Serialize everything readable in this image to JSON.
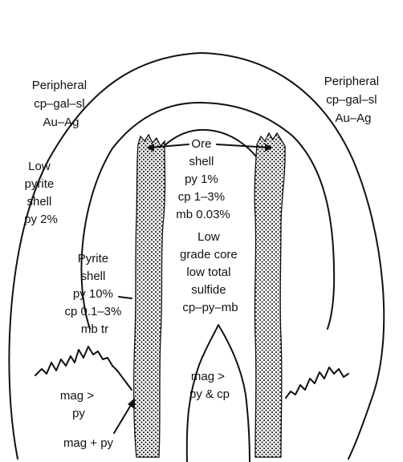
{
  "labels": {
    "peripheral_left": [
      "Peripheral",
      "cp–gal–sl",
      "Au–Ag"
    ],
    "peripheral_right": [
      "Peripheral",
      "cp–gal–sl",
      "Au–Ag"
    ],
    "ore_shell": [
      "Ore",
      "shell",
      "py 1%",
      "cp 1–3%",
      "mb 0.03%"
    ],
    "low_pyrite_shell": [
      "Low",
      "pyrite",
      "shell",
      "py 2%"
    ],
    "pyrite_shell": [
      "Pyrite",
      "shell",
      "py 10%",
      "cp 0.1–3%",
      "mb tr"
    ],
    "core": [
      "Low",
      "grade core",
      "low total",
      "sulfide",
      "cp–py–mb"
    ],
    "mag_inner": [
      "mag >",
      "py & cp"
    ],
    "mag_left": [
      "mag >",
      "py"
    ],
    "mag_py": "mag + py"
  }
}
